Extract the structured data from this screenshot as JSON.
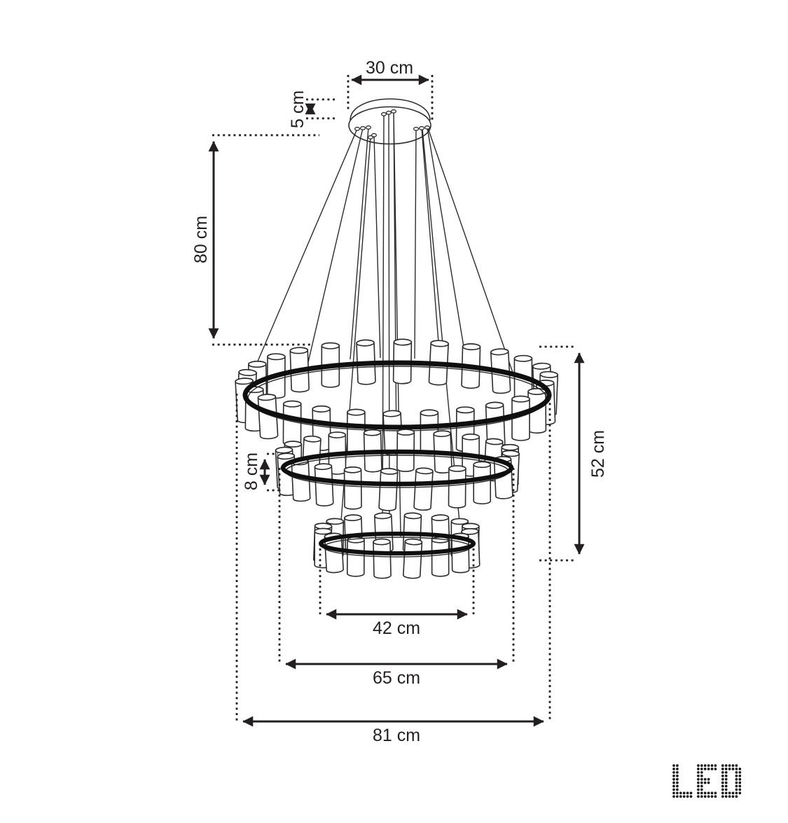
{
  "labels": {
    "canopy_width": "30 cm",
    "canopy_height": "5 cm",
    "drop_height": "80 cm",
    "fixture_height": "52 cm",
    "shade_height": "8 cm",
    "small_ring_diameter": "42 cm",
    "middle_ring_diameter": "65 cm",
    "large_ring_diameter": "81 cm"
  },
  "logo": {
    "text": "LED"
  },
  "colors": {
    "line": "#231f20",
    "background": "#ffffff"
  }
}
